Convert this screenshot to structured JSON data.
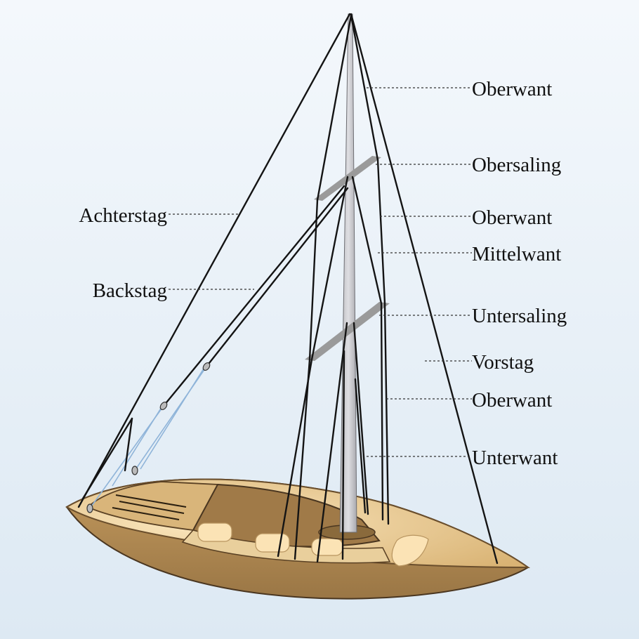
{
  "labels": {
    "achterstag": "Achterstag",
    "backstag": "Backstag",
    "oberwant_1": "Oberwant",
    "obersaling": "Obersaling",
    "oberwant_2": "Oberwant",
    "mittelwant": "Mittelwant",
    "untersaling": "Untersaling",
    "vorstag": "Vorstag",
    "oberwant_3": "Oberwant",
    "unterwant": "Unterwant"
  },
  "colors": {
    "background": "#e8f1f8",
    "hull": "#a8844f",
    "deck": "#e7c98f",
    "cabin": "#a07a48",
    "mast": "#c8c8cc",
    "spreader": "#9a9a9a",
    "rigging": "#141414"
  }
}
